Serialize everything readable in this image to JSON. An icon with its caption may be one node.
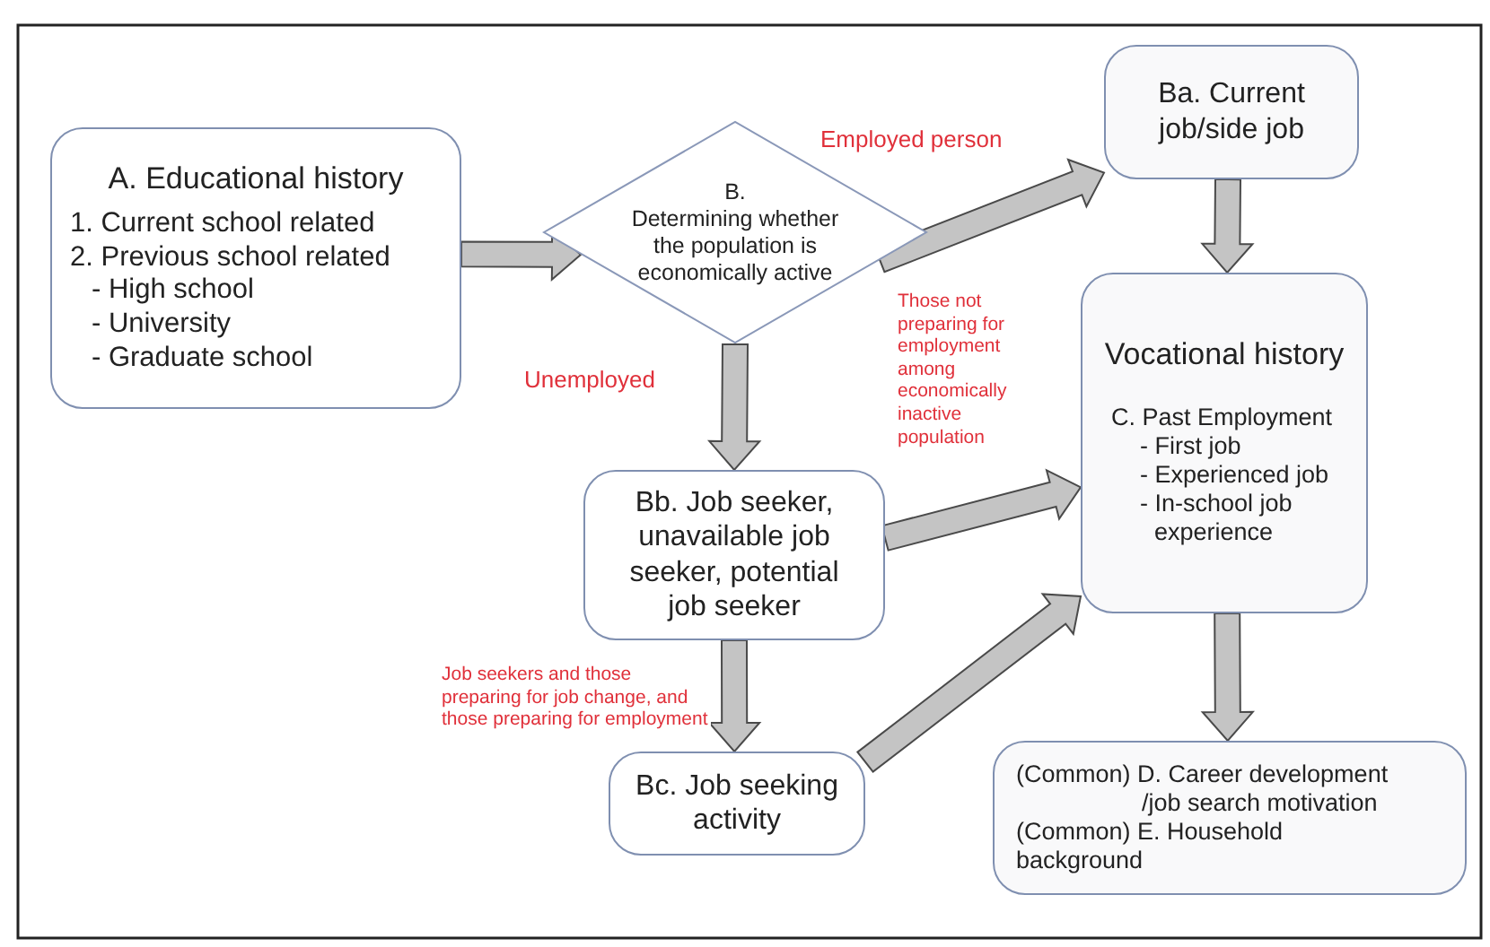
{
  "diagram": {
    "nodes": [
      {
        "text": [
          "A. Educational history",
          "1. Current school related",
          "2. Previous school related",
          "- High school",
          "- University",
          "- Graduate school"
        ]
      },
      {
        "text": [
          "B.",
          "Determining whether the population is economically active"
        ]
      },
      {
        "text": [
          "Ba. Current job/side job"
        ]
      },
      {
        "text": [
          "Vocational history",
          "C. Past Employment",
          "- First job",
          "- Experienced job",
          "- In-school job experience"
        ]
      },
      {
        "text": [
          "Bb. Job seeker, unavailable job seeker, potential job seeker"
        ]
      },
      {
        "text": [
          "Bc. Job seeking activity"
        ]
      },
      {
        "text": [
          "(Common) D. Career development /job search motivation",
          "(Common) E. Household background"
        ]
      }
    ],
    "edges": [
      {
        "from": 0,
        "to": 1,
        "arrow": "to"
      },
      {
        "from": 1,
        "to": 2,
        "arrow": "to",
        "label": "Employed person"
      },
      {
        "from": 1,
        "to": 4,
        "arrow": "to",
        "label": "Unemployed"
      },
      {
        "from": 2,
        "to": 3,
        "arrow": "to"
      },
      {
        "from": 4,
        "to": 3,
        "arrow": "to",
        "label": "Those not preparing for employment among economically inactive population"
      },
      {
        "from": 4,
        "to": 5,
        "arrow": "to",
        "label": "Job seekers and those preparing for job change, and those preparing for employment"
      },
      {
        "from": 5,
        "to": 3,
        "arrow": "to"
      },
      {
        "from": 3,
        "to": 6,
        "arrow": "to"
      }
    ]
  }
}
